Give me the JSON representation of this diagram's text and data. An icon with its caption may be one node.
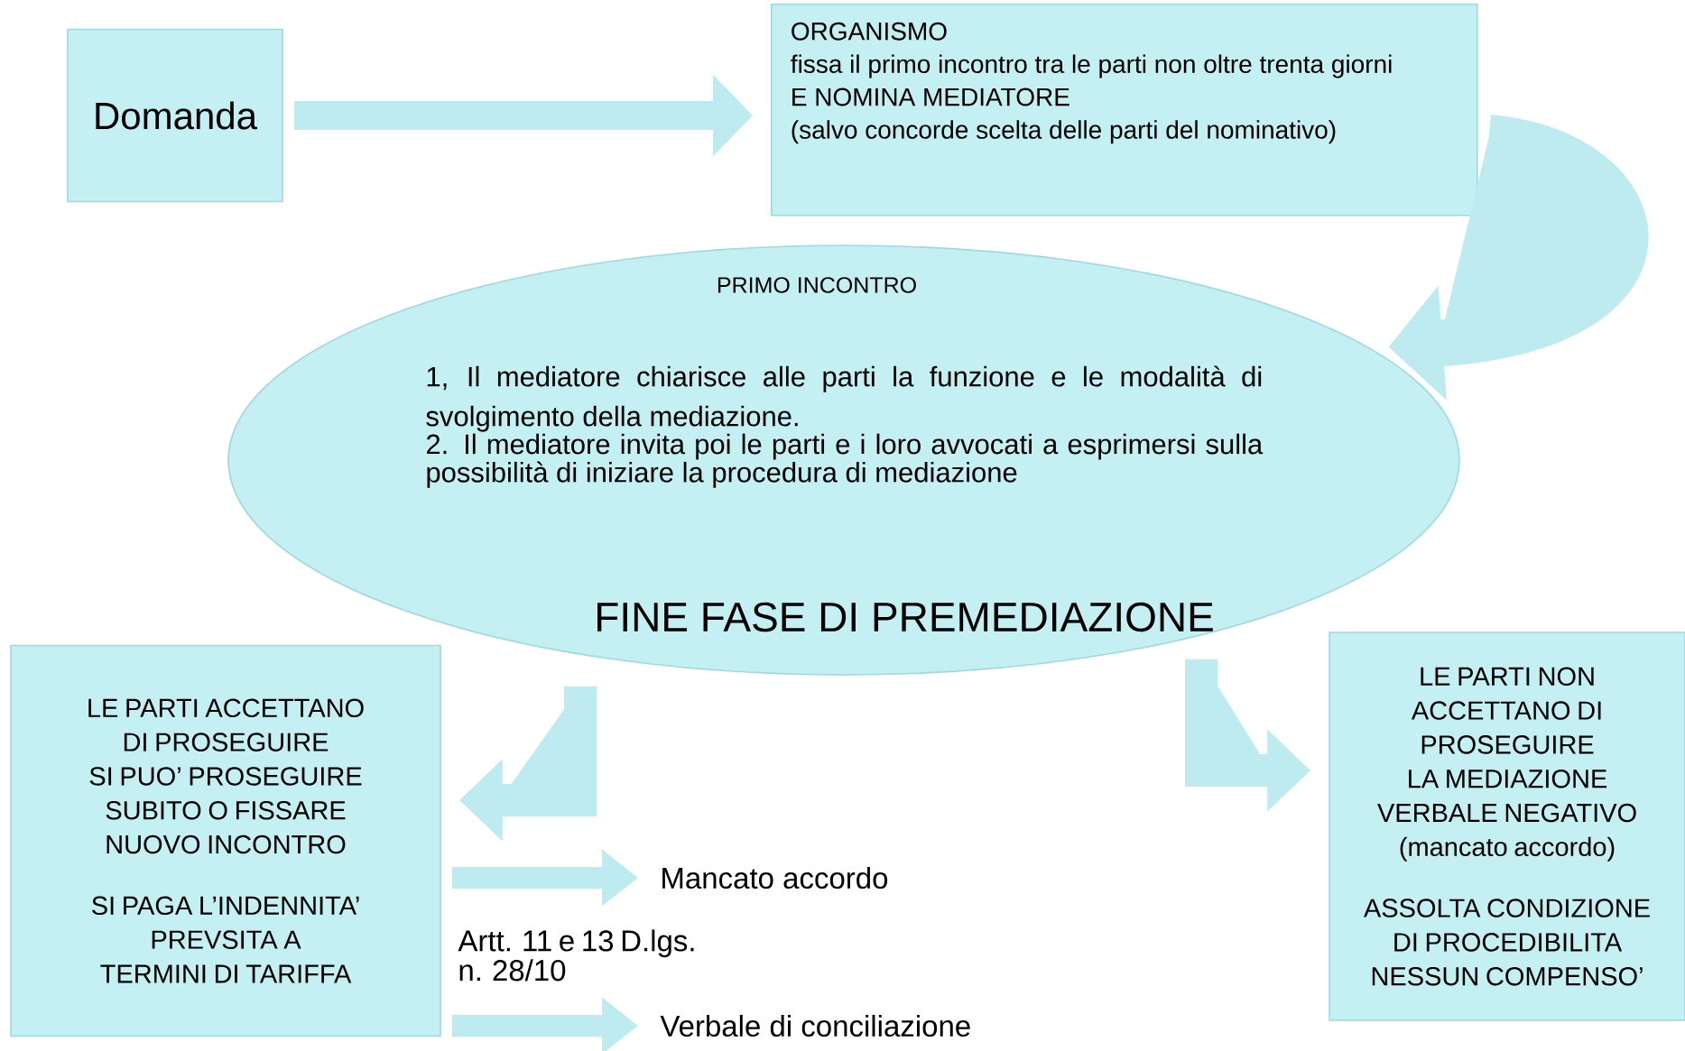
{
  "diagram": {
    "nodes": [
      {
        "text": [
          "Domanda"
        ]
      },
      {
        "text": [
          "ORGANISMO",
          "fissa il primo incontro tra le parti non oltre trenta giorni",
          "E NOMINA MEDIATORE",
          "(salvo concorde scelta delle parti del nominativo)"
        ]
      },
      {
        "text": [
          "PRIMO  INCONTRO",
          "1, Il mediatore chiarisce alle parti la funzione e le modalità di svolgimento della mediazione.",
          "2. Il mediatore invita poi le parti e i loro avvocati a esprimersi sulla possibilità di iniziare la procedura di mediazione",
          "FINE FASE DI PREMEDIAZIONE"
        ]
      },
      {
        "text": [
          "LE PARTI ACCETTANO DI PROSEGUIRE",
          "SI  PUO’ PROSEGUIRE SUBITO O FISSARE NUOVO INCONTRO",
          "SI PAGA L’INDENNITA’ PREVSITA A TERMINI DI TARIFFA"
        ]
      },
      {
        "text": [
          "LE PARTI NON ACCETTANO DI PROSEGUIRE LA MEDIAZIONE",
          "VERBALE NEGATIVO",
          "(mancato accordo)",
          "ASSOLTA CONDIZIONE DI PROCEDIBILITA NESSUN COMPENSO’"
        ]
      },
      {
        "text": [
          "Mancato accordo"
        ]
      },
      {
        "text": [
          "Verbale di conciliazione"
        ]
      }
    ],
    "edges": [
      {
        "from": 0,
        "to": 1,
        "arrow": "to"
      },
      {
        "from": 1,
        "to": 2,
        "arrow": "to"
      },
      {
        "from": 2,
        "to": 3,
        "arrow": "to"
      },
      {
        "from": 2,
        "to": 4,
        "arrow": "to"
      },
      {
        "from": 3,
        "to": 5,
        "arrow": "to"
      },
      {
        "from": 3,
        "to": 6,
        "arrow": "to"
      }
    ],
    "labels": [
      "Artt. 11 e 13 D.lgs. n. 28/10"
    ]
  }
}
